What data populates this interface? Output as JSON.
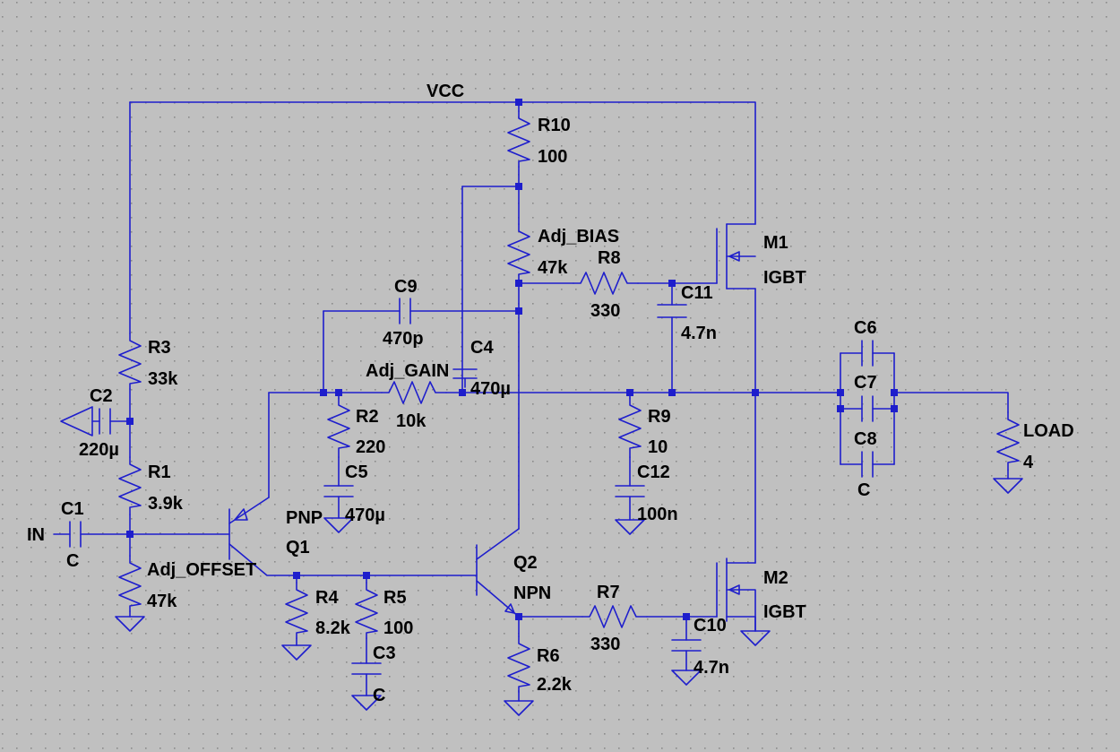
{
  "colors": {
    "background": "#c0c0c0",
    "grid_dots": "#8a8a8a",
    "wire": "#1e1ecc",
    "junction": "#1e1ecc",
    "text": "#000000"
  },
  "nets": {
    "vcc": "VCC",
    "input": "IN"
  },
  "components": {
    "r10": {
      "ref": "R10",
      "value": "100"
    },
    "adj_bias": {
      "ref": "Adj_BIAS",
      "value": "47k"
    },
    "r8": {
      "ref": "R8",
      "value": "330"
    },
    "c11": {
      "ref": "C11",
      "value": "4.7n"
    },
    "m1": {
      "ref": "M1",
      "value": "IGBT"
    },
    "c9": {
      "ref": "C9",
      "value": "470p"
    },
    "c4": {
      "ref": "C4",
      "value": "470µ"
    },
    "adj_gain": {
      "ref": "Adj_GAIN",
      "value": "10k"
    },
    "r2": {
      "ref": "R2",
      "value": "220"
    },
    "c5": {
      "ref": "C5",
      "value": "470µ"
    },
    "r9": {
      "ref": "R9",
      "value": "10"
    },
    "c12": {
      "ref": "C12",
      "value": "100n"
    },
    "c6": {
      "ref": "C6"
    },
    "c7": {
      "ref": "C7"
    },
    "c8": {
      "ref": "C8",
      "value": "C"
    },
    "load": {
      "ref": "LOAD",
      "value": "4"
    },
    "r3": {
      "ref": "R3",
      "value": "33k"
    },
    "c2": {
      "ref": "C2",
      "value": "220µ"
    },
    "r1": {
      "ref": "R1",
      "value": "3.9k"
    },
    "c1": {
      "ref": "C1",
      "value": "C"
    },
    "adj_offset": {
      "ref": "Adj_OFFSET",
      "value": "47k"
    },
    "q1": {
      "ref": "Q1",
      "value": "PNP"
    },
    "r4": {
      "ref": "R4",
      "value": "8.2k"
    },
    "r5": {
      "ref": "R5",
      "value": "100"
    },
    "c3": {
      "ref": "C3",
      "value": "C"
    },
    "q2": {
      "ref": "Q2",
      "value": "NPN"
    },
    "r7": {
      "ref": "R7",
      "value": "330"
    },
    "c10": {
      "ref": "C10",
      "value": "4.7n"
    },
    "m2": {
      "ref": "M2",
      "value": "IGBT"
    },
    "r6": {
      "ref": "R6",
      "value": "2.2k"
    }
  }
}
